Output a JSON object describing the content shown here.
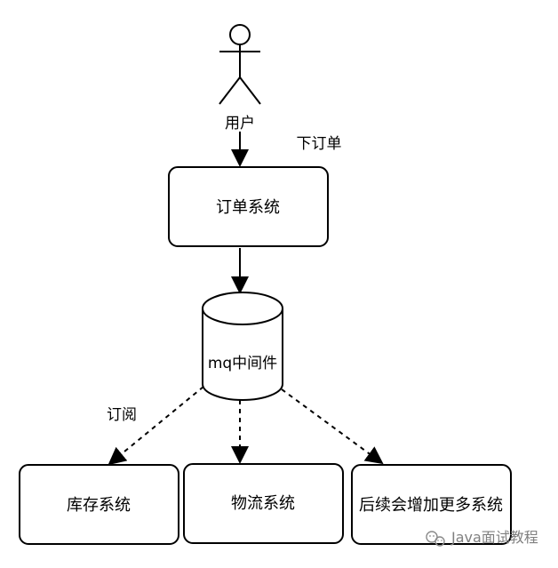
{
  "diagram": {
    "actor": {
      "label": "用户"
    },
    "edges": {
      "place_order": "下订单",
      "subscribe": "订阅"
    },
    "nodes": {
      "order_system": "订单系统",
      "mq": "mq中间件",
      "inventory_system": "库存系统",
      "logistics_system": "物流系统",
      "more_systems": "后续会增加更多系统"
    }
  },
  "watermark": {
    "text": "Java面试教程"
  }
}
